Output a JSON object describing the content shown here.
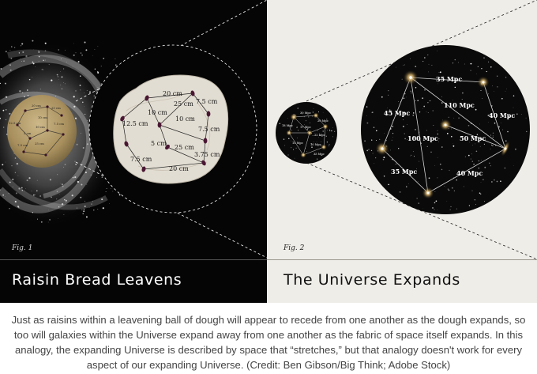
{
  "left_panel": {
    "fig_label": "Fig. 1",
    "title": "Raisin Bread Leavens",
    "zoom_distances": [
      "20 cm",
      "25 cm",
      "7.5 cm",
      "10 cm",
      "10 cm",
      "12.5 cm",
      "7.5 cm",
      "5 cm",
      "25 cm",
      "3.75 cm",
      "7.5 cm",
      "20 cm"
    ],
    "loaf_distances": [
      "20 cm",
      "25 cm",
      "10 cm",
      "12.5 cm",
      "10 cm",
      "7.5 cm",
      "5 cm",
      "25 cm",
      "7.5 cm"
    ]
  },
  "right_panel": {
    "fig_label": "Fig. 2",
    "title": "The Universe Expands",
    "zoom_distances": [
      "35 Mpc",
      "110 Mpc",
      "45 Mpc",
      "40 Mpc",
      "100 Mpc",
      "50 Mpc",
      "35 Mpc",
      "40 Mpc"
    ],
    "small_distances": [
      "30 Mpc",
      "20 Mpc",
      "18 Mpc",
      "17 Mpc",
      "22 Mpc",
      "15 Mpc",
      "10 Mpc",
      "35 Mpc"
    ]
  },
  "caption": "Just as raisins within a leavening ball of dough will appear to recede from one another as the dough expands, so too will galaxies within the Universe expand away from one another as the fabric of space itself expands. In this analogy, the expanding Universe is described by space that “stretches,” but that analogy doesn't work for every aspect of our expanding Universe. (Credit: Ben Gibson/Big Think; Adobe Stock)",
  "colors": {
    "left_bg": "#050505",
    "right_bg": "#efede8",
    "raisin": "#4a1733",
    "dough": "#e2ddd2",
    "loaf": "#b09a6a",
    "space": "#0a0a0a"
  }
}
